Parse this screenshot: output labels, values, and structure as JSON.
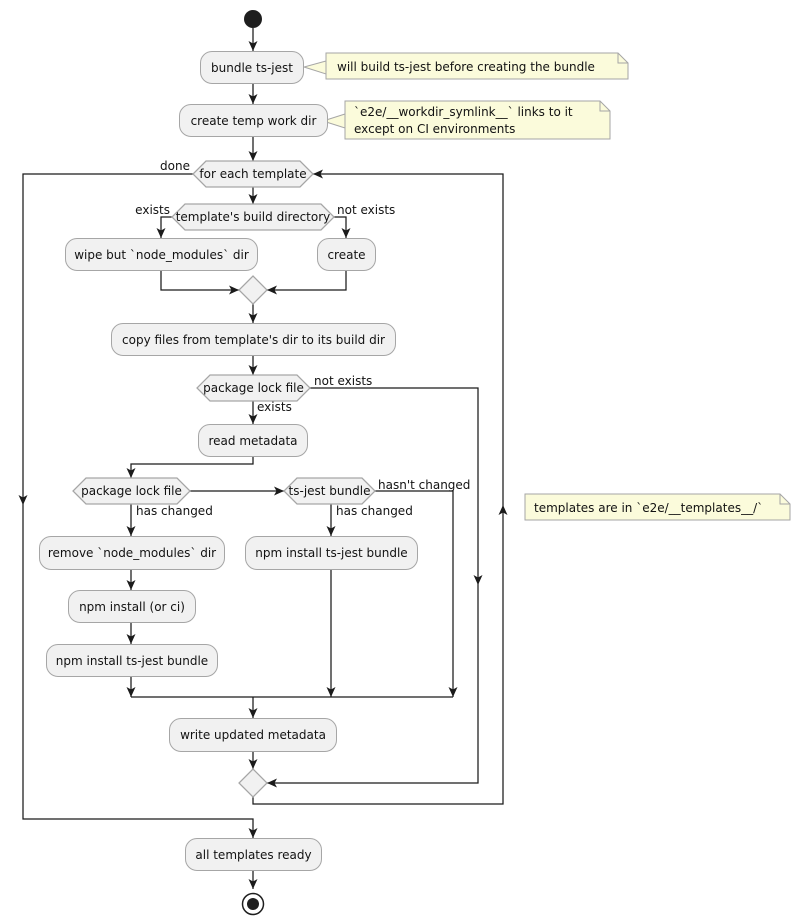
{
  "diagram": {
    "type": "activity-flowchart",
    "activities": {
      "bundle": "bundle ts-jest",
      "create_temp": "create temp work dir",
      "wipe": "wipe but `node_modules` dir",
      "create": "create",
      "copy": "copy files from template's dir to its build dir",
      "read_metadata": "read metadata",
      "remove_modules": "remove `node_modules` dir",
      "npm_install": "npm install (or ci)",
      "npm_install_bundle_left": "npm install ts-jest bundle",
      "npm_install_bundle_right": "npm install ts-jest bundle",
      "write_metadata": "write updated metadata",
      "all_ready": "all templates ready"
    },
    "decisions": {
      "for_each": "for each template",
      "build_dir": "template's build directory",
      "package_lock_first": "package lock file",
      "package_lock_second": "package lock file",
      "ts_jest_bundle": "ts-jest bundle"
    },
    "edge_labels": {
      "done": "done",
      "build_exists": "exists",
      "build_not_exists": "not exists",
      "lock_not_exists": "not exists",
      "lock_exists": "exists",
      "lock_has_changed": "has changed",
      "bundle_has_changed": "has changed",
      "bundle_hasnt_changed": "hasn't changed"
    },
    "notes": [
      {
        "text": "will build ts-jest before creating the bundle"
      },
      {
        "line1": "`e2e/__workdir_symlink__` links to it",
        "line2": "except on CI environments"
      },
      {
        "text": "templates are in `e2e/__templates__/`"
      }
    ],
    "colors": {
      "activity_fill": "#F1F1F1",
      "activity_border": "#A6A6A6",
      "note_fill": "#FBFBDB",
      "note_border": "#A6A6A6",
      "connector": "#1B1B1B",
      "text": "#121212"
    }
  }
}
